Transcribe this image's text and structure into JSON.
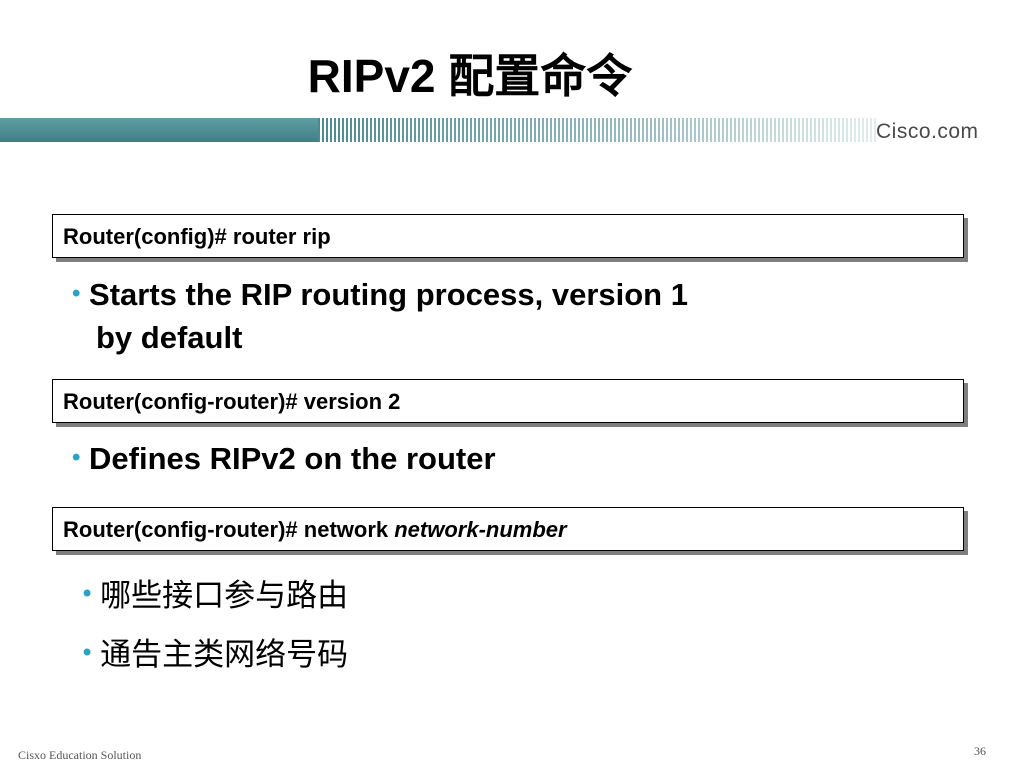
{
  "slide": {
    "title": "RIPv2 配置命令",
    "logo_text": "Cisco.com",
    "footer_left": "Cisxo Education Solution",
    "page_number": "36"
  },
  "commands": {
    "cmd1": "Router(config)# router rip",
    "cmd2": "Router(config-router)# version 2",
    "cmd3_prefix": "Router(config-router)# network ",
    "cmd3_param": "network-number"
  },
  "bullets": {
    "b1_line1": "Starts the RIP routing process, version 1",
    "b1_line2": "by default",
    "b2": "Defines RIPv2 on the router",
    "b3": "哪些接口参与路由",
    "b4": "通告主类网络号码"
  },
  "colors": {
    "bullet_dot": "#2aa1c8",
    "banner_teal": "#4a8a90"
  }
}
